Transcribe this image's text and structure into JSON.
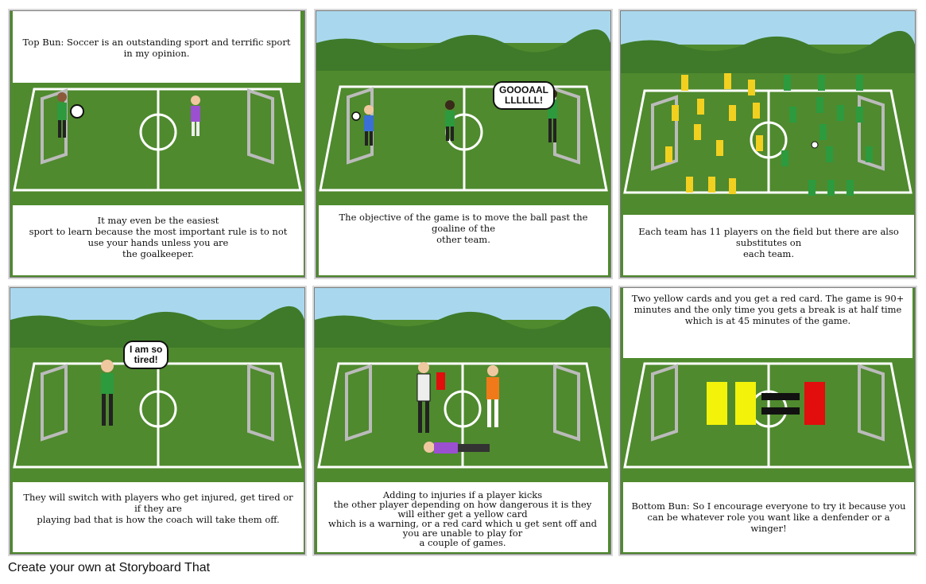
{
  "panels": [
    {
      "caption_top": "Top Bun: Soccer is an outstanding sport and terrific sport in my opinion.",
      "caption_bottom_lines": [
        "It may even be the easiest",
        "sport to learn because the most important rule is to not",
        "use your hands unless you are",
        "the goalkeeper."
      ]
    },
    {
      "caption_bottom_lines": [
        "The objective of the game is to move the ball past the goaline of the",
        "other team."
      ],
      "bubble_lines": [
        "GOOOAAL",
        "LLLLLL!"
      ]
    },
    {
      "caption_bottom_lines": [
        "Each team has 11 players on the field but there are also substitutes on",
        "each team."
      ]
    },
    {
      "caption_bottom_lines": [
        "They will switch with players who get injured, get tired or if they are",
        "playing bad that is how the coach will take them off."
      ],
      "bubble_lines": [
        "I am so",
        "tired!"
      ]
    },
    {
      "caption_bottom_lines": [
        "Adding to injuries if a player kicks",
        "the other player depending on how dangerous it is they will either get a yellow card",
        "which is a warning, or a red card which u get sent off and you are unable to play for",
        "a couple of games."
      ]
    },
    {
      "caption_top": "Two yellow cards and you get a red card. The game is 90+ minutes and the only time you gets a break is at half time which is at 45 minutes of the game.",
      "caption_bottom": "Bottom Bun: So I encourage everyone to try it because you can be whatever role you want like a denfender or a winger!"
    }
  ],
  "footer": "Create your own at Storyboard That",
  "colors": {
    "sky": "#a9d8ee",
    "grass": "#4f8a2e",
    "trees": "#3f7a2a",
    "yellow_card": "#f2f20a",
    "red_card": "#e20d0d"
  }
}
